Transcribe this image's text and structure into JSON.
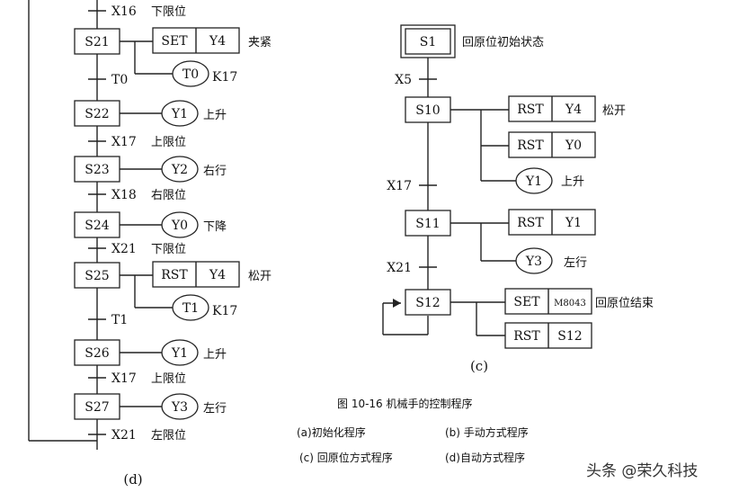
{
  "panel_d": {
    "label": "(d)",
    "steps": [
      {
        "id": "S21",
        "actions": [
          {
            "a": "SET",
            "b": "Y4",
            "note": "夹紧"
          }
        ],
        "timer": {
          "name": "T0",
          "k": "K17"
        }
      },
      {
        "id": "S22",
        "coil": "Y1",
        "note": "上升"
      },
      {
        "id": "S23",
        "coil": "Y2",
        "note": "右行"
      },
      {
        "id": "S24",
        "coil": "Y0",
        "note": "下降"
      },
      {
        "id": "S25",
        "actions": [
          {
            "a": "RST",
            "b": "Y4",
            "note": "松开"
          }
        ],
        "timer": {
          "name": "T1",
          "k": "K17"
        }
      },
      {
        "id": "S26",
        "coil": "Y1",
        "note": "上升"
      },
      {
        "id": "S27",
        "coil": "Y3",
        "note": "左行"
      }
    ],
    "transitions": [
      {
        "signal": "X16",
        "note": "下限位"
      },
      {
        "signal": "T0",
        "note": ""
      },
      {
        "signal": "X17",
        "note": "上限位"
      },
      {
        "signal": "X18",
        "note": "右限位"
      },
      {
        "signal": "X21",
        "note": "下限位"
      },
      {
        "signal": "T1",
        "note": ""
      },
      {
        "signal": "X17",
        "note": "上限位"
      },
      {
        "signal": "X21",
        "note": "左限位"
      }
    ]
  },
  "panel_c": {
    "label": "(c)",
    "initial": {
      "id": "S1",
      "note": "回原位初始状态"
    },
    "steps": [
      {
        "id": "S10",
        "actions": [
          {
            "a": "RST",
            "b": "Y4",
            "note": "松开"
          },
          {
            "a": "RST",
            "b": "Y0",
            "note": ""
          }
        ],
        "coil": "Y1",
        "coil_note": "上升"
      },
      {
        "id": "S11",
        "actions": [
          {
            "a": "RST",
            "b": "Y1",
            "note": ""
          }
        ],
        "coil": "Y3",
        "coil_note": "左行"
      },
      {
        "id": "S12",
        "actions": [
          {
            "a": "SET",
            "b": "M8043",
            "note": "回原位结束"
          },
          {
            "a": "RST",
            "b": "S12",
            "note": ""
          }
        ]
      }
    ],
    "transitions": [
      "X5",
      "X17",
      "X21"
    ]
  },
  "caption": {
    "title": "图 10-16  机械手的控制程序",
    "a": "(a)初始化程序",
    "b": "(b)  手动方式程序",
    "c": "(c)  回原位方式程序",
    "d": "(d)自动方式程序"
  },
  "watermark": "头条 @荣久科技"
}
